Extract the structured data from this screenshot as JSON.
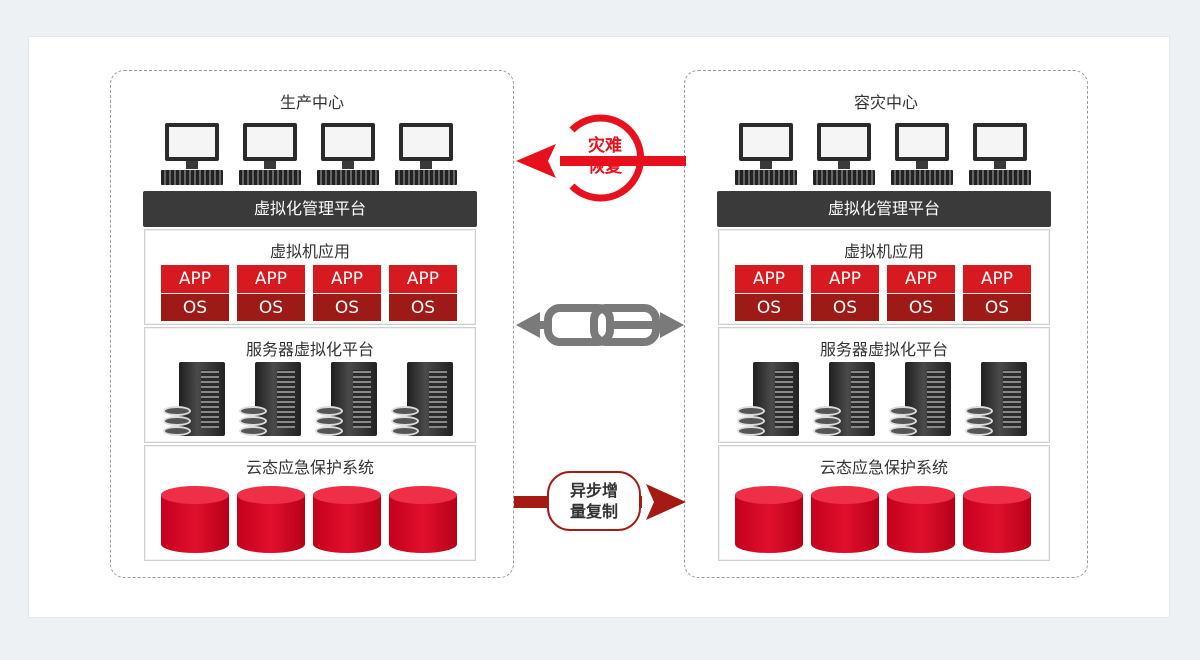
{
  "centers": [
    {
      "title": "生产中心",
      "mgmt_label": "虚拟化管理平台",
      "vm_panel_title": "虚拟机应用",
      "server_panel_title": "服务器虚拟化平台",
      "storage_panel_title": "云态应急保护系统",
      "app_label": "APP",
      "os_label": "OS"
    },
    {
      "title": "容灾中心",
      "mgmt_label": "虚拟化管理平台",
      "vm_panel_title": "虚拟机应用",
      "server_panel_title": "服务器虚拟化平台",
      "storage_panel_title": "云态应急保护系统",
      "app_label": "APP",
      "os_label": "OS"
    }
  ],
  "connectors": {
    "recovery_line1": "灾难",
    "recovery_line2": "恢复",
    "replication_line1": "异步增",
    "replication_line2": "量复制"
  },
  "colors": {
    "accent_red": "#e8101c",
    "dark_red": "#a51a12",
    "mgmt_bar": "#3a3a3a",
    "link_gray": "#7a7a7a"
  },
  "icons": [
    "computer-icon",
    "server-tower-icon",
    "database-cylinder-icon",
    "chain-link-icon",
    "circular-arrow-icon"
  ]
}
